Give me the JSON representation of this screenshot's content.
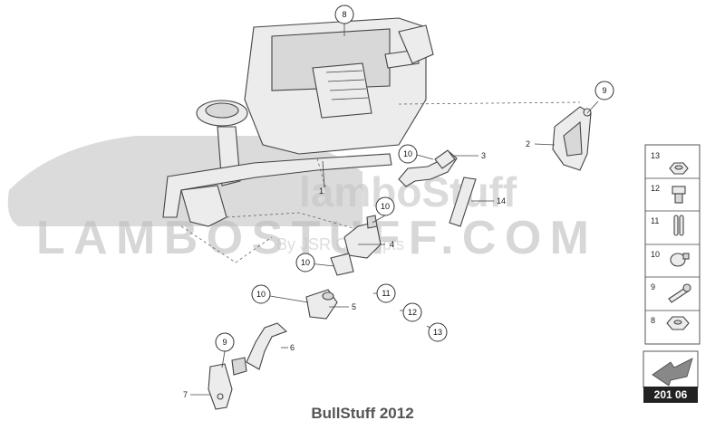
{
  "watermark": {
    "line1": "lamboStuff",
    "line2": "LAMBOSTUFF.COM",
    "line3": "By JSR Concepts"
  },
  "callouts": {
    "c8_top": "8",
    "c9_top": "9",
    "c10_a": "10",
    "c10_b": "10",
    "c10_c": "10",
    "c10_d": "10",
    "c11": "11",
    "c12": "12",
    "c13": "13",
    "c9_bottom": "9"
  },
  "part_labels": {
    "p1": "1",
    "p2": "2",
    "p3": "3",
    "p4": "4",
    "p5": "5",
    "p6": "6",
    "p7": "7",
    "p14": "14"
  },
  "legend": {
    "items": [
      "13",
      "12",
      "11",
      "10",
      "9",
      "8"
    ]
  },
  "page_ref": "201 06",
  "footer": "BullStuff 2012"
}
